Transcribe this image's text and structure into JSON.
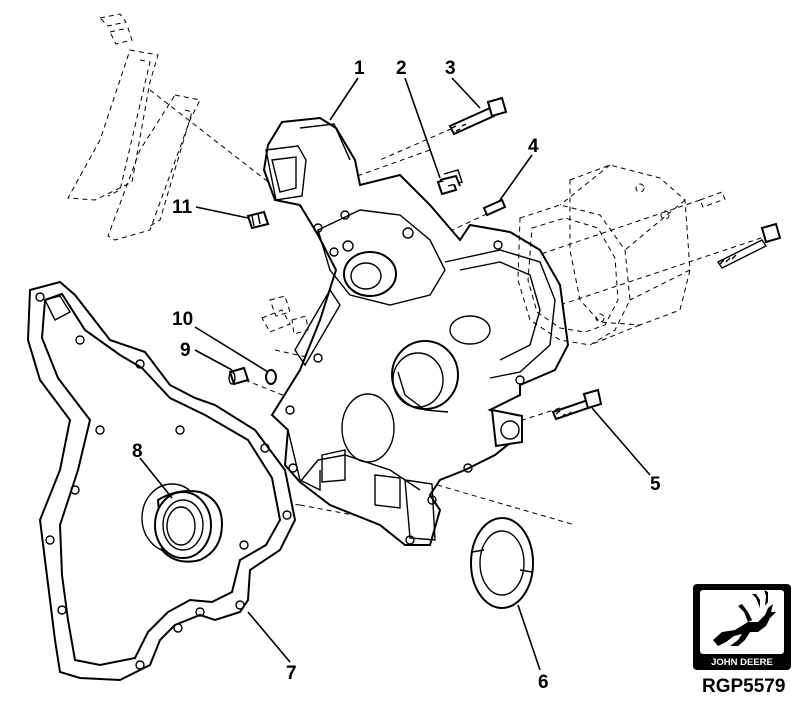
{
  "callouts": [
    "1",
    "2",
    "3",
    "4",
    "5",
    "6",
    "7",
    "8",
    "9",
    "10",
    "11"
  ],
  "logo": {
    "brand_text": "JOHN DEERE"
  },
  "figure_id": "RGP5579"
}
